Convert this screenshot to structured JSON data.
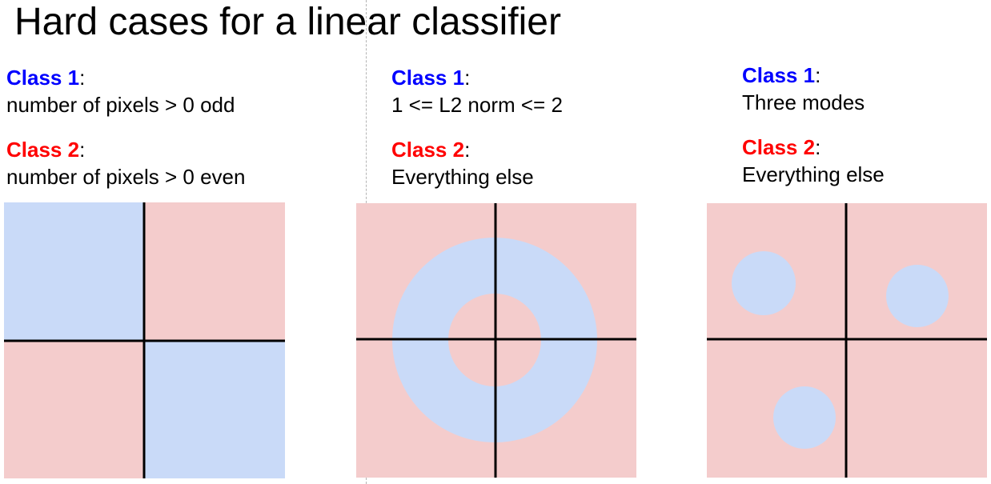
{
  "title": "Hard cases for a linear classifier",
  "colors": {
    "class1_label": "#0000ff",
    "class2_label": "#ff0000",
    "class1_region": "#c9daf8",
    "class2_region": "#f4cccc",
    "axes": "#000000"
  },
  "cases": [
    {
      "class1_label": "Class 1",
      "class1_desc": "number of pixels > 0 odd",
      "class2_label": "Class 2",
      "class2_desc": "number of pixels > 0 even"
    },
    {
      "class1_label": "Class 1",
      "class1_desc": "1 <= L2 norm <= 2",
      "class2_label": "Class 2",
      "class2_desc": "Everything else"
    },
    {
      "class1_label": "Class 1",
      "class1_desc": "Three modes",
      "class2_label": "Class 2",
      "class2_desc": "Everything else"
    }
  ],
  "colon": ":"
}
